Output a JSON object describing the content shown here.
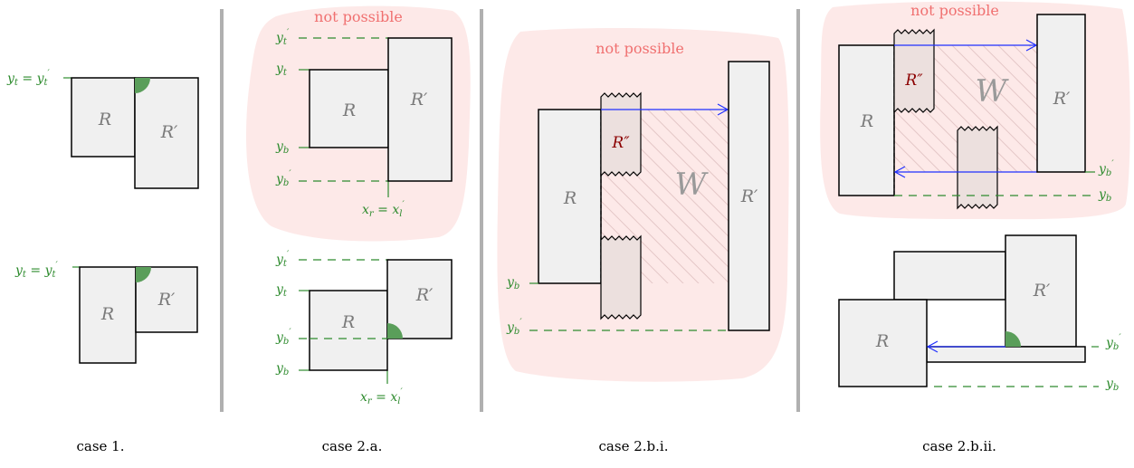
{
  "labels": {
    "R": "R",
    "R_prime": "R′",
    "R_double_prime": "R″",
    "W": "W",
    "y_t": "y",
    "y_b": "y",
    "x_r": "x",
    "x_l": "x",
    "sub_t": "t",
    "sub_b": "b",
    "sub_r": "r",
    "sub_l": "l",
    "prime": "′",
    "equals": " = ",
    "not_possible": "not possible"
  },
  "captions": {
    "case1": "case 1.",
    "case2a": "case 2.a.",
    "case2bi": "case 2.b.i.",
    "case2bii": "case 2.b.ii."
  },
  "colors": {
    "rect_fill": "#f0f0f0",
    "rect_highlight_fill": "#ece0de",
    "impossible_blob": "#fde9e8",
    "impossible_text": "#f07070",
    "guide_green": "#2e8b2e",
    "corner_green": "#5a9e5a",
    "arrow_blue": "#2030ff",
    "label_gray": "#7a7a7a",
    "dark_red": "#8b0000",
    "hatch": "#e4c7c7",
    "separator": "#b0b0b0"
  }
}
